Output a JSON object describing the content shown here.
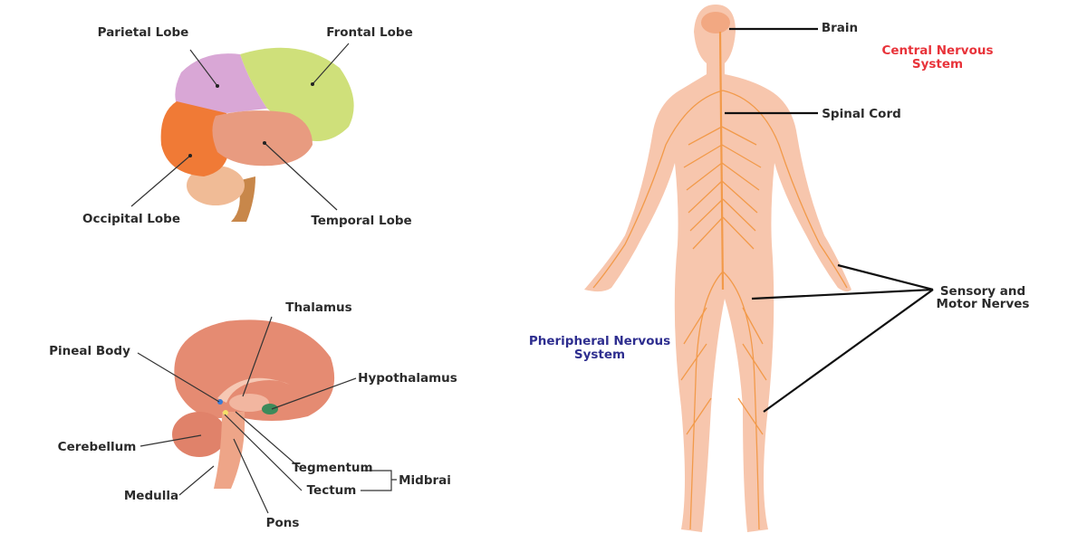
{
  "lateral_brain": {
    "parietal": "Parietal Lobe",
    "frontal": "Frontal Lobe",
    "occipital": "Occipital Lobe",
    "temporal": "Temporal Lobe"
  },
  "sagittal_brain": {
    "thalamus": "Thalamus",
    "pineal": "Pineal Body",
    "hypothalamus": "Hypothalamus",
    "cerebellum": "Cerebellum",
    "tegmentum": "Tegmentum",
    "tectum": "Tectum",
    "midbrain": "Midbrai",
    "medulla": "Medulla",
    "pons": "Pons"
  },
  "body": {
    "brain": "Brain",
    "spinal_cord": "Spinal Cord",
    "cns_line1": "Central Nervous",
    "cns_line2": "System",
    "nerves_line1": "Sensory and",
    "nerves_line2": "Motor Nerves",
    "pns_line1": "Pheripheral Nervous",
    "pns_line2": "System"
  },
  "colors": {
    "cns": "#e8333a",
    "pns": "#2e2e8f",
    "skin": "#f7c6ad",
    "nerve": "#f29a4a"
  }
}
